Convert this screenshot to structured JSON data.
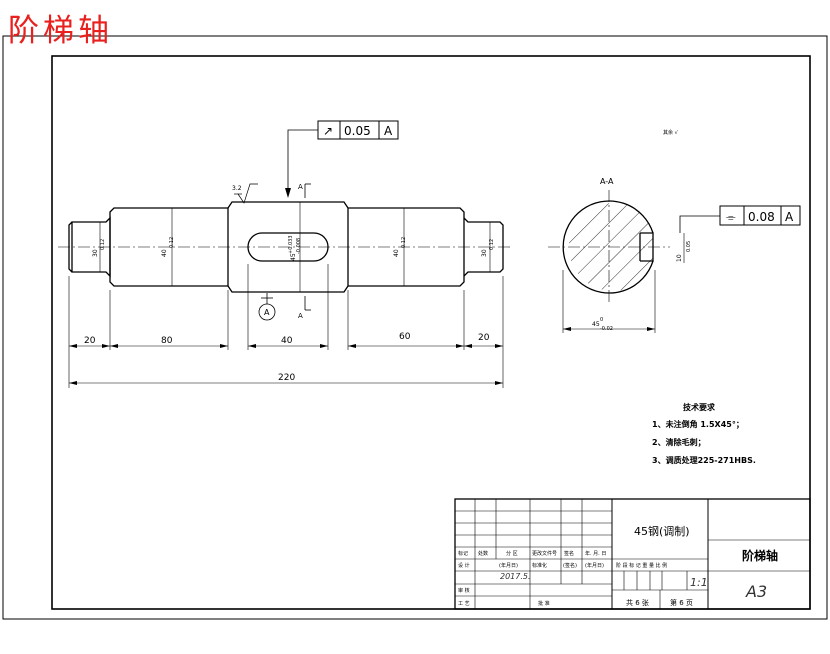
{
  "title": "阶梯轴",
  "gdt": {
    "runout": {
      "symbol": "↗",
      "value": "0.05",
      "datum": "A"
    },
    "symmetry": {
      "symbol": "⌯",
      "value": "0.08",
      "datum": "A"
    }
  },
  "roughness": "3.2",
  "section": {
    "mark": "A",
    "label": "A-A",
    "note": "其余 √"
  },
  "datum_label": "A",
  "diameters": {
    "d30": "30",
    "d30_tol": "0.12",
    "d40": "40",
    "d40_tol": "0.12",
    "d45": "45",
    "d45_tol_up": "+0.033",
    "d45_tol_lo": "-0.008",
    "d40r": "40",
    "d40r_tol": "0.12",
    "d30r": "30",
    "d30r_tol": "0.12",
    "keyway_depth": "10",
    "keyway_depth_tol": "0.05",
    "section_dia": "45",
    "section_dia_tol_up": "0",
    "section_dia_tol_lo": "-0.02"
  },
  "lengths": {
    "l1": "20",
    "l2": "80",
    "l3": "40",
    "l4": "60",
    "l5": "20",
    "total": "220"
  },
  "tech": {
    "heading": "技术要求",
    "items": [
      "1、未注倒角 1.5X45°；",
      "2、清除毛刺；",
      "3、调质处理225-271HBS."
    ]
  },
  "title_block": {
    "material": "45钢(调制)",
    "part_name": "阶梯轴",
    "sheet_size": "A3",
    "scale": "1:1",
    "sheets": "共 6 张",
    "sheet_no": "第 6 页",
    "date": "2017.5.",
    "hdr": {
      "mark": "标记",
      "count": "处数",
      "zone": "分  区",
      "docno": "更改文件号",
      "sign": "签名",
      "ymd": "年. 月. 日"
    },
    "row2": {
      "design": "设  计",
      "ymd1": "(年月日)",
      "std": "标准化",
      "sig": "(签名)",
      "ymd2": "(年月日)"
    },
    "row3": {
      "review": "审  核"
    },
    "row4": {
      "process": "工  艺",
      "approve": "批  准"
    },
    "stage_hdr": "阶  段  标  记    重  量    比  例"
  }
}
